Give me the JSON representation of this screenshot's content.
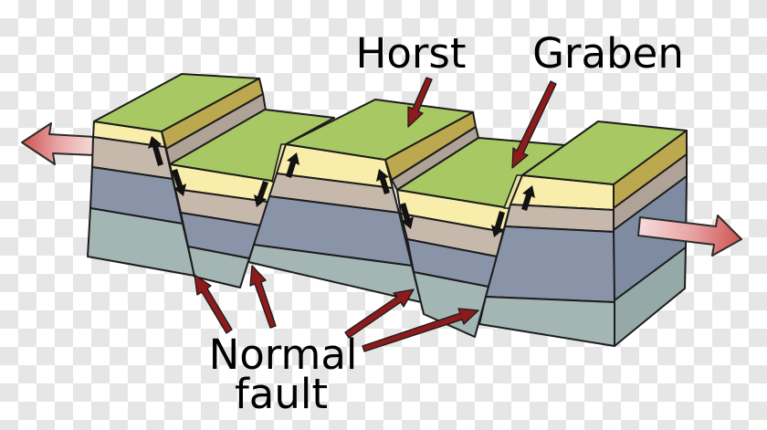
{
  "labels": {
    "horst": "Horst",
    "graben": "Graben",
    "normal_fault_line1": "Normal",
    "normal_fault_line2": "fault"
  },
  "colors": {
    "topsoil_green": "#a8c863",
    "yellow_layer_front": "#f8edaa",
    "yellow_layer_side_olive": "#bca84e",
    "tan_layer_front": "#c6b9ac",
    "tan_layer_scarp": "#afa296",
    "blue_gray_layer_front": "#8a94a9",
    "blue_gray_layer_side": "#7f8ba1",
    "teal_layer_front": "#a3b6b4",
    "teal_layer_side": "#95a9a8",
    "fault_sliver_yellow": "#ece2a4",
    "outline_black": "#1c1c1c",
    "annotation_arrow_red": "#8e1b1b",
    "movement_arrow_black": "#121212",
    "extension_arrow_pink_light": "#f6dcdc",
    "extension_arrow_pink_mid": "#e9a5a5",
    "extension_arrow_pink_dark": "#cf5252",
    "checker_gray": "#e6e6e6",
    "checker_white": "#ffffff"
  },
  "icons": {
    "left_extension_arrow": "pink-extension-arrow-left",
    "right_extension_arrow": "pink-extension-arrow-right",
    "fault_motion_arrows": "black-up-down-fault-slip-arrows",
    "pointer_arrows": "dark-red-annotation-arrows"
  }
}
